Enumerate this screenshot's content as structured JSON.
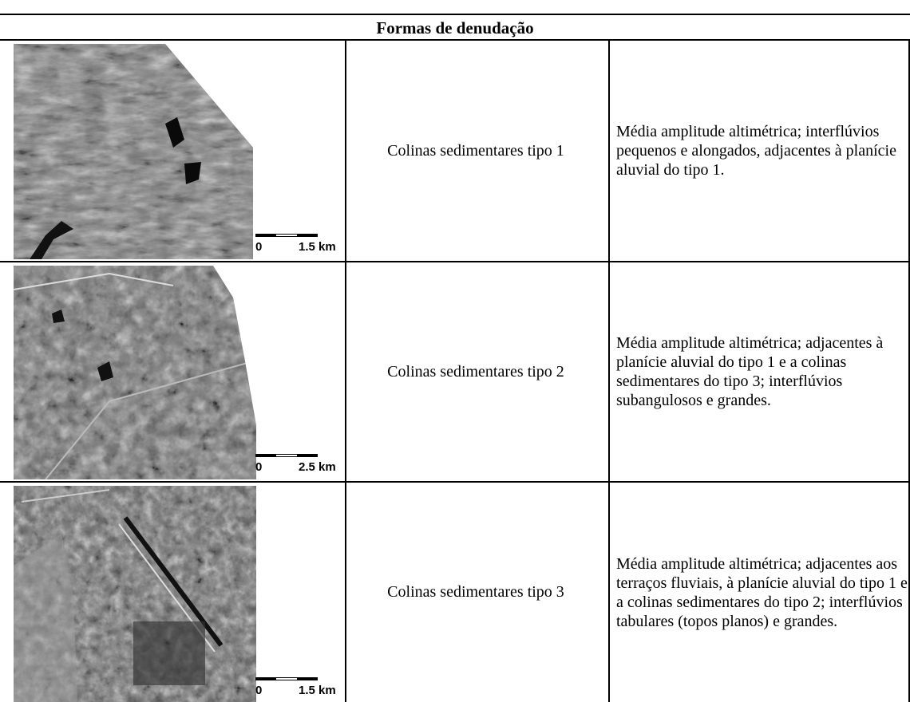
{
  "table": {
    "header": "Formas de denudação",
    "rows": [
      {
        "name": "Colinas sedimentares tipo 1",
        "description": "Média amplitude altimétrica; interflúvios pequenos e alongados, adjacentes à planície aluvial do tipo 1.",
        "scale_start": "0",
        "scale_end": "1.5 km",
        "image_alt": "satellite-image-colinas-tipo-1"
      },
      {
        "name": "Colinas sedimentares tipo 2",
        "description": "Média amplitude altimétrica; adjacentes à planície aluvial do tipo 1 e a colinas sedimentares do tipo 3; interflúvios subangulosos e grandes.",
        "scale_start": "0",
        "scale_end": "2.5 km",
        "image_alt": "satellite-image-colinas-tipo-2"
      },
      {
        "name": "Colinas sedimentares tipo 3",
        "description": "Média amplitude altimétrica; adjacentes aos terraços fluviais, à planície aluvial do tipo 1 e a colinas sedimentares do tipo 2; interflúvios tabulares (topos planos) e grandes.",
        "scale_start": "0",
        "scale_end": "1.5 km",
        "image_alt": "satellite-image-colinas-tipo-3"
      }
    ]
  }
}
